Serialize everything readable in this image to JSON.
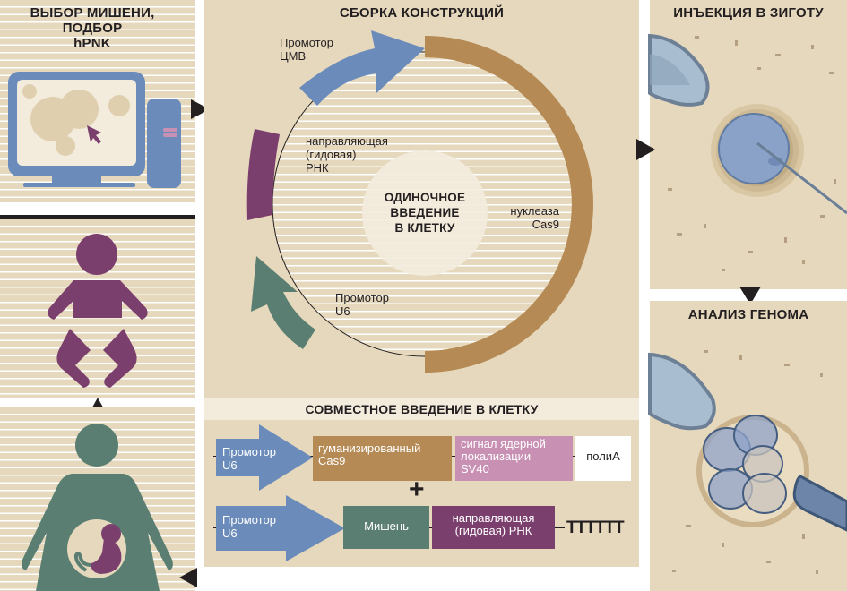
{
  "panels": {
    "target_selection": {
      "title_lines": [
        "ВЫБОР МИШЕНИ,",
        "ПОДБОР",
        "hPNK"
      ]
    },
    "construct_assembly": {
      "title": "СБОРКА КОНСТРУКЦИЙ",
      "plasmid": {
        "center_label_lines": [
          "ОДИНОЧНОЕ",
          "ВВЕДЕНИЕ",
          "В КЛЕТКУ"
        ],
        "segments": [
          {
            "name": "Промотор ЦМВ",
            "label_lines": [
              "Промотор",
              "ЦМВ"
            ],
            "color": "#6b8cba"
          },
          {
            "name": "направляющая (гидовая) РНК",
            "label_lines": [
              "направляющая",
              "(гидовая)",
              "РНК"
            ],
            "color": "#7b3f6e"
          },
          {
            "name": "нуклеаза Cas9",
            "label_lines": [
              "нуклеаза",
              "Cas9"
            ],
            "color": "#b58a55"
          },
          {
            "name": "Промотор U6",
            "label_lines": [
              "Промотор",
              "U6"
            ],
            "color": "#5a7f72"
          }
        ]
      }
    },
    "co_delivery": {
      "title": "СОВМЕСТНОЕ ВВЕДЕНИЕ В КЛЕТКУ",
      "row1": [
        {
          "label_lines": [
            "Промотор",
            "U6"
          ],
          "color": "#6b8cba",
          "text_color": "#ffffff"
        },
        {
          "label_lines": [
            "гуманизированный",
            "Cas9"
          ],
          "color": "#b58a55",
          "text_color": "#ffffff"
        },
        {
          "label_lines": [
            "сигнал ядерной",
            "локализации",
            "SV40"
          ],
          "color": "#c891b4",
          "text_color": "#ffffff"
        },
        {
          "label_lines": [
            "полиА"
          ],
          "color": "#ffffff",
          "text_color": "#231f20"
        }
      ],
      "plus": "+",
      "row2": [
        {
          "label_lines": [
            "Промотор",
            "U6"
          ],
          "color": "#6b8cba",
          "text_color": "#ffffff"
        },
        {
          "label_lines": [
            "Мишень"
          ],
          "color": "#5a7f72",
          "text_color": "#ffffff"
        },
        {
          "label_lines": [
            "направляющая",
            "(гидовая) РНК"
          ],
          "color": "#7b3f6e",
          "text_color": "#ffffff"
        }
      ],
      "terminator": "TTTTTT"
    },
    "zygote_injection": {
      "title": "ИНЪЕКЦИЯ В ЗИГОТУ"
    },
    "genome_analysis": {
      "title": "АНАЛИЗ ГЕНОМА"
    },
    "birth": {
      "icon": "baby-icon"
    },
    "pregnancy": {
      "icon": "pregnant-woman-icon"
    }
  },
  "colors": {
    "background": "#e6d8bc",
    "blue": "#6b8cba",
    "purple": "#7b3f6e",
    "gold": "#b58a55",
    "green": "#5a7f72",
    "pink": "#c891b4",
    "dark": "#231f20"
  }
}
